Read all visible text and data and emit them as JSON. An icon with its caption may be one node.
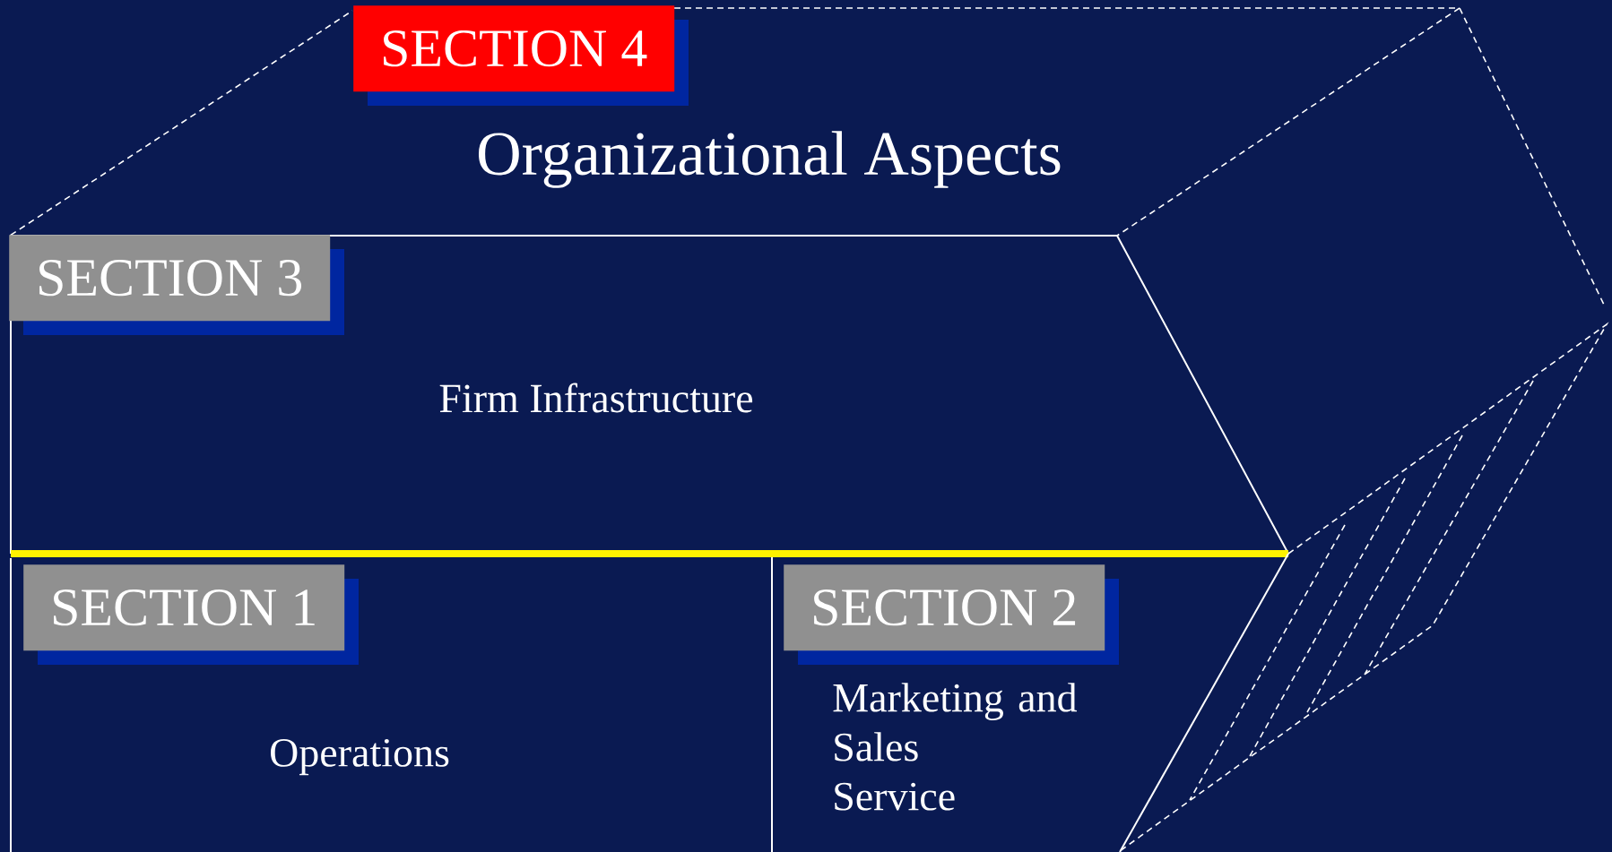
{
  "diagram": {
    "nodes": [
      {
        "text": [
          "Organizational Aspects"
        ]
      },
      {
        "text": [
          "SECTION 4"
        ],
        "in": 0
      },
      {
        "text": [
          "Firm Infrastructure"
        ]
      },
      {
        "text": [
          "SECTION 3"
        ],
        "in": 2
      },
      {
        "text": [
          "Operations"
        ]
      },
      {
        "text": [
          "SECTION 1"
        ],
        "in": 4
      },
      {
        "text": [
          "Marketing and Sales",
          "Service"
        ]
      },
      {
        "text": [
          "SECTION 2"
        ],
        "in": 6
      }
    ]
  }
}
